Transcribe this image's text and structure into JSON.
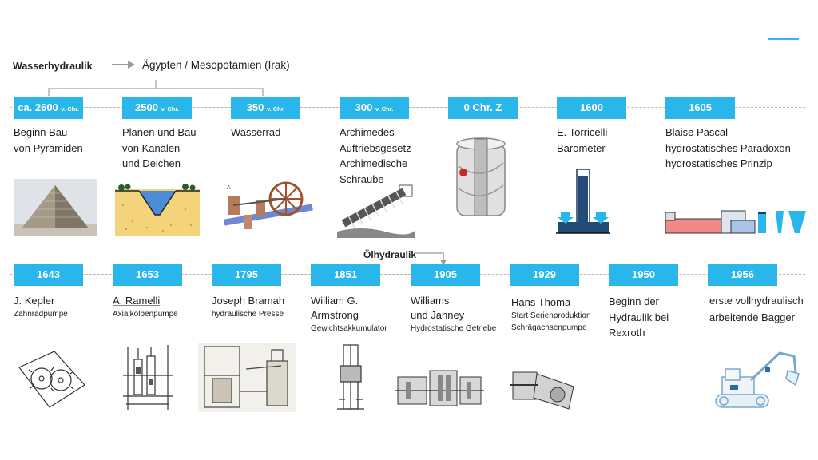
{
  "header": {
    "section_label": "Wasserhydraulik",
    "region_label": "Ägypten / Mesopotamien (Irak)",
    "oil_label": "Ölhydraulik"
  },
  "row1": [
    {
      "year": "ca. 2600",
      "suffix": "v. Chr.",
      "lines": [
        "Beginn Bau",
        "von Pyramiden"
      ],
      "icon": "pyramid-image"
    },
    {
      "year": "2500",
      "suffix": "v. Chr.",
      "lines": [
        "Planen und Bau",
        "von Kanälen",
        "und Deichen"
      ],
      "icon": "canal-image"
    },
    {
      "year": "350",
      "suffix": "v. Chr.",
      "lines": [
        "Wasserrad"
      ],
      "icon": "water-wheel-image"
    },
    {
      "year": "300",
      "suffix": "v. Chr.",
      "lines": [
        "Archimedes",
        "Auftriebsgesetz",
        "Archimedische",
        "Schraube"
      ],
      "icon": "archimedes-screw-image"
    },
    {
      "year": "0 Chr. Z",
      "suffix": "",
      "lines": [],
      "icon": "cylinder-buoyancy-image"
    },
    {
      "year": "1600",
      "suffix": "",
      "lines": [
        "E. Torricelli",
        "Barometer"
      ],
      "icon": "barometer-image"
    },
    {
      "year": "1605",
      "suffix": "",
      "lines": [
        "Blaise Pascal",
        "hydrostatisches Paradoxon",
        "hydrostatisches Prinzip"
      ],
      "icon": "hydrostatic-paradox-image"
    }
  ],
  "row2": [
    {
      "year": "1643",
      "name": "J. Kepler",
      "sub": "Zahnradpumpe",
      "icon": "gear-pump-image"
    },
    {
      "year": "1653",
      "name": "A. Ramelli",
      "sub": "Axialkolbenpumpe",
      "icon": "axial-piston-pump-image"
    },
    {
      "year": "1795",
      "name": "Joseph Bramah",
      "sub": "hydraulische Presse",
      "icon": "hydraulic-press-image"
    },
    {
      "year": "1851",
      "name": "William G.",
      "name2": "Armstrong",
      "sub": "Gewichtsakkumulator",
      "icon": "accumulator-image"
    },
    {
      "year": "1905",
      "name": "Williams",
      "name2": "und Janney",
      "sub": "Hydrostatische Getriebe",
      "icon": "hydrostatic-transmission-image"
    },
    {
      "year": "1929",
      "name": "Hans Thoma",
      "sub": "Start Serienproduktion",
      "sub2": "Schrägachsenpumpe",
      "icon": "bent-axis-pump-image"
    },
    {
      "year": "1950",
      "lines": [
        "Beginn der",
        "Hydraulik bei",
        "Rexroth"
      ],
      "icon": ""
    },
    {
      "year": "1956",
      "lines": [
        "erste vollhydraulisch",
        "arbeitende Bagger"
      ],
      "icon": "excavator-image"
    }
  ]
}
